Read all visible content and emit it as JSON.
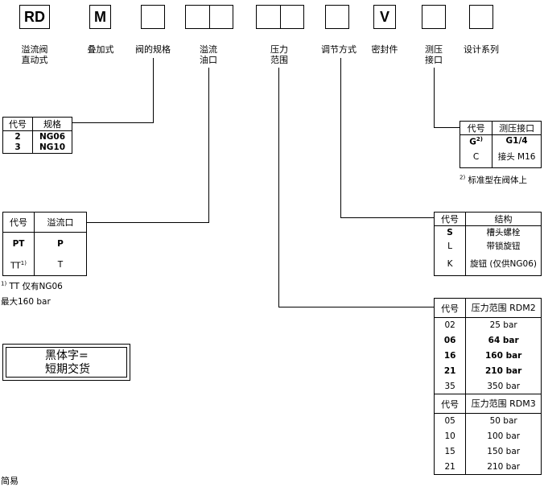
{
  "header_boxes": [
    {
      "code": "RD"
    },
    {
      "code": "M"
    },
    {
      "code": ""
    },
    {
      "code": ""
    },
    {
      "code": ""
    },
    {
      "code": ""
    },
    {
      "code": "V"
    },
    {
      "code": ""
    },
    {
      "code": ""
    }
  ],
  "header_labels": {
    "rd": "溢流阀 直动式",
    "m": "叠加式",
    "size": "阀的规格",
    "relief_port": "溢流 油口",
    "pressure": "压力 范围",
    "adjust": "调节方式",
    "seal": "密封件",
    "gauge": "测压 接口",
    "series": "设计系列"
  },
  "size_table": {
    "headers": [
      "代号",
      "规格"
    ],
    "rows": [
      [
        "2",
        "NG06"
      ],
      [
        "3",
        "NG10"
      ]
    ]
  },
  "port_table": {
    "headers": [
      "代号",
      "溢流口"
    ],
    "rows": [
      [
        "PT",
        "P"
      ],
      [
        "TT",
        "T"
      ]
    ],
    "tt_sup": "1)",
    "footnote_mark": "1)",
    "footnote": "TT 仅有NG06",
    "max_note": "最大160 bar"
  },
  "legend": {
    "line1": "黑体字=",
    "line2": "短期交货"
  },
  "gauge_table": {
    "headers": [
      "代号",
      "测压接口"
    ],
    "rows": [
      [
        "G",
        "G1/4"
      ],
      [
        "C",
        "接头 M16"
      ]
    ],
    "g_sup": "2)",
    "footnote_mark": "2)",
    "footnote": "标准型在阀体上"
  },
  "adjust_table": {
    "headers": [
      "代号",
      "结构"
    ],
    "rows": [
      [
        "S",
        "槽头螺栓"
      ],
      [
        "L",
        "带锁旋钮"
      ],
      [
        "K",
        "旋钮 (仅供NG06)"
      ]
    ]
  },
  "pressure_table": {
    "headers": [
      "代号",
      "压力范围 RDM2"
    ],
    "rows_rdm2": [
      [
        "02",
        "25 bar"
      ],
      [
        "06",
        "64 bar"
      ],
      [
        "16",
        "160 bar"
      ],
      [
        "21",
        "210 bar"
      ],
      [
        "35",
        "350 bar"
      ]
    ],
    "headers2": [
      "代号",
      "压力范围 RDM3"
    ],
    "rows_rdm3": [
      [
        "05",
        "50 bar"
      ],
      [
        "10",
        "100 bar"
      ],
      [
        "15",
        "150 bar"
      ],
      [
        "21",
        "210 bar"
      ]
    ]
  },
  "bottom_cut_text": "简易"
}
